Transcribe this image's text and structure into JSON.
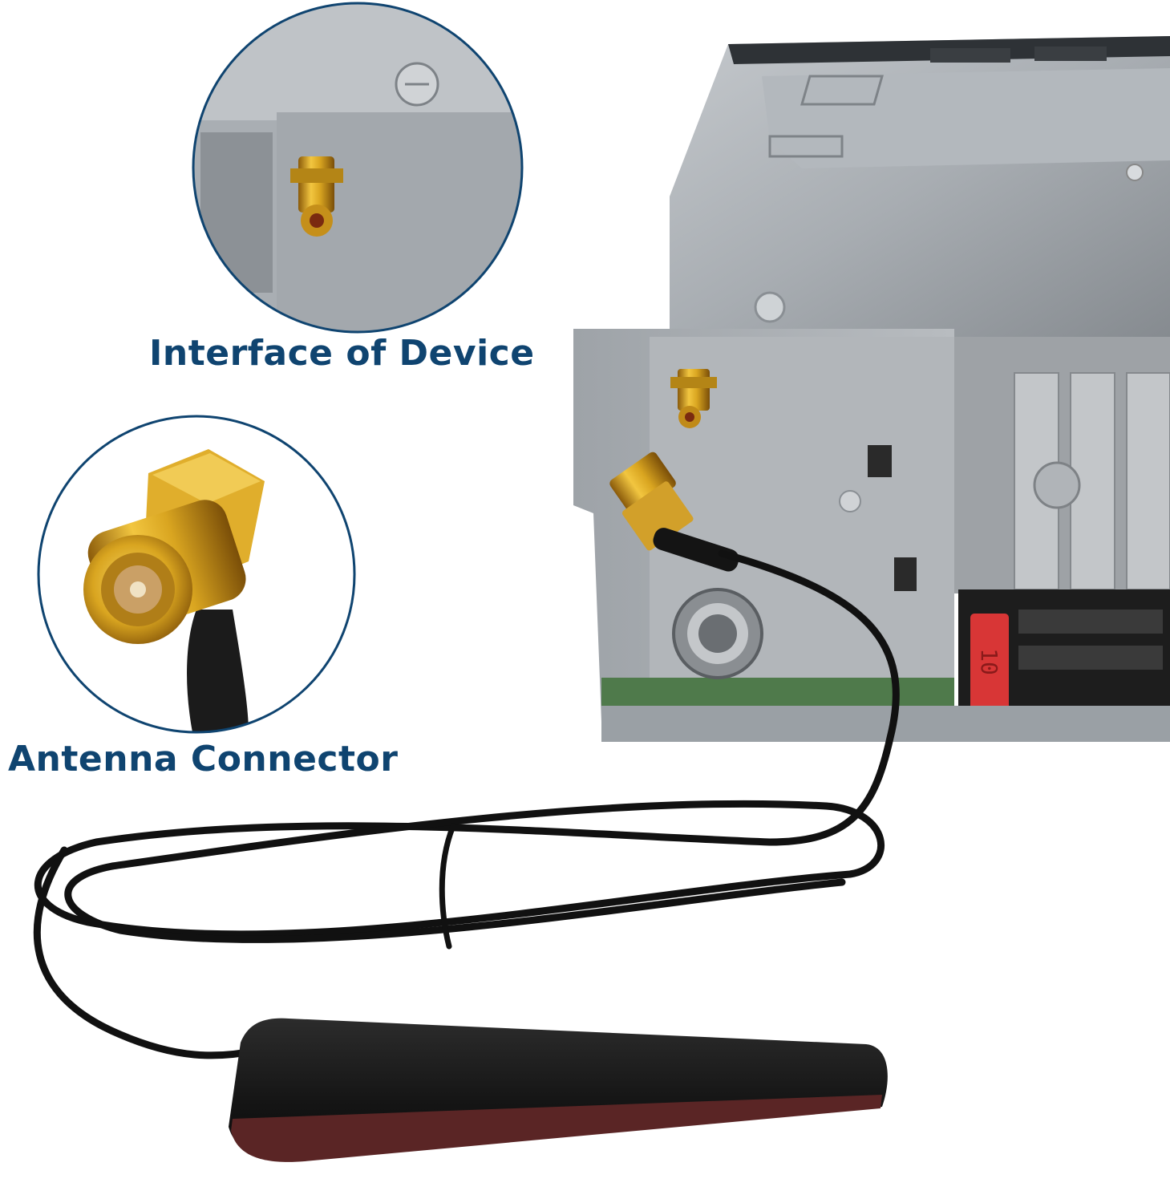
{
  "labels": {
    "device_interface": "Interface of Device",
    "antenna_connector": "Antenna Connector"
  },
  "fuse": {
    "text": "10"
  },
  "colors": {
    "label_text": "#0f4470",
    "circle_border": "#0f4470",
    "metal": "#a6abb0",
    "gold": "#d9a520",
    "cable": "#111111"
  }
}
